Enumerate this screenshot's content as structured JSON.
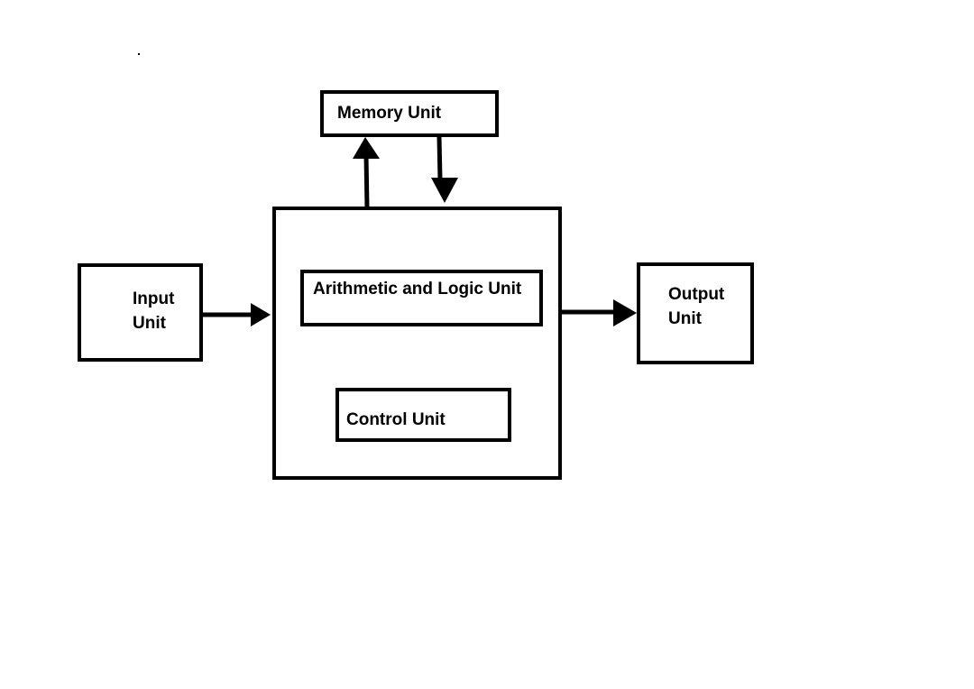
{
  "diagram": {
    "memory_unit": {
      "label": "Memory Unit"
    },
    "cpu": {
      "alu": {
        "label": "Arithmetic and Logic Unit"
      },
      "control_unit": {
        "label": "Control Unit"
      }
    },
    "input_unit": {
      "line1": "Input",
      "line2": "Unit"
    },
    "output_unit": {
      "line1": "Output",
      "line2": "Unit"
    },
    "colors": {
      "stroke": "#000000",
      "background": "#ffffff"
    },
    "connections": [
      {
        "from": "input_unit",
        "to": "cpu"
      },
      {
        "from": "cpu",
        "to": "output_unit"
      },
      {
        "from": "cpu",
        "to": "memory_unit"
      },
      {
        "from": "memory_unit",
        "to": "cpu"
      }
    ]
  }
}
